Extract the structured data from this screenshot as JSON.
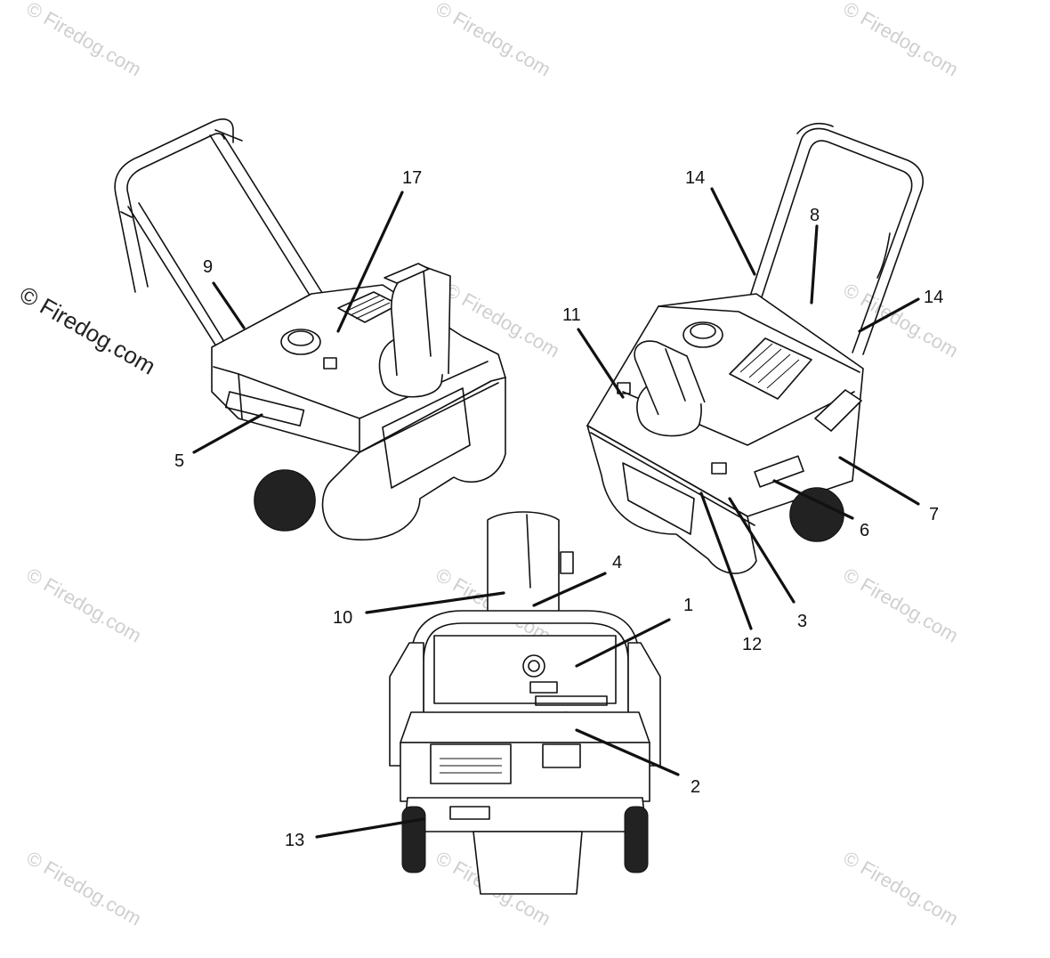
{
  "watermark": {
    "text": "© Firedog.com"
  },
  "callouts": [
    {
      "id": "c17",
      "label": "17"
    },
    {
      "id": "c9",
      "label": "9"
    },
    {
      "id": "c5",
      "label": "5"
    },
    {
      "id": "c14a",
      "label": "14"
    },
    {
      "id": "c8",
      "label": "8"
    },
    {
      "id": "c14b",
      "label": "14"
    },
    {
      "id": "c11",
      "label": "11"
    },
    {
      "id": "c7",
      "label": "7"
    },
    {
      "id": "c6",
      "label": "6"
    },
    {
      "id": "c3",
      "label": "3"
    },
    {
      "id": "c12",
      "label": "12"
    },
    {
      "id": "c4",
      "label": "4"
    },
    {
      "id": "c10",
      "label": "10"
    },
    {
      "id": "c1",
      "label": "1"
    },
    {
      "id": "c2",
      "label": "2"
    },
    {
      "id": "c13",
      "label": "13"
    }
  ]
}
